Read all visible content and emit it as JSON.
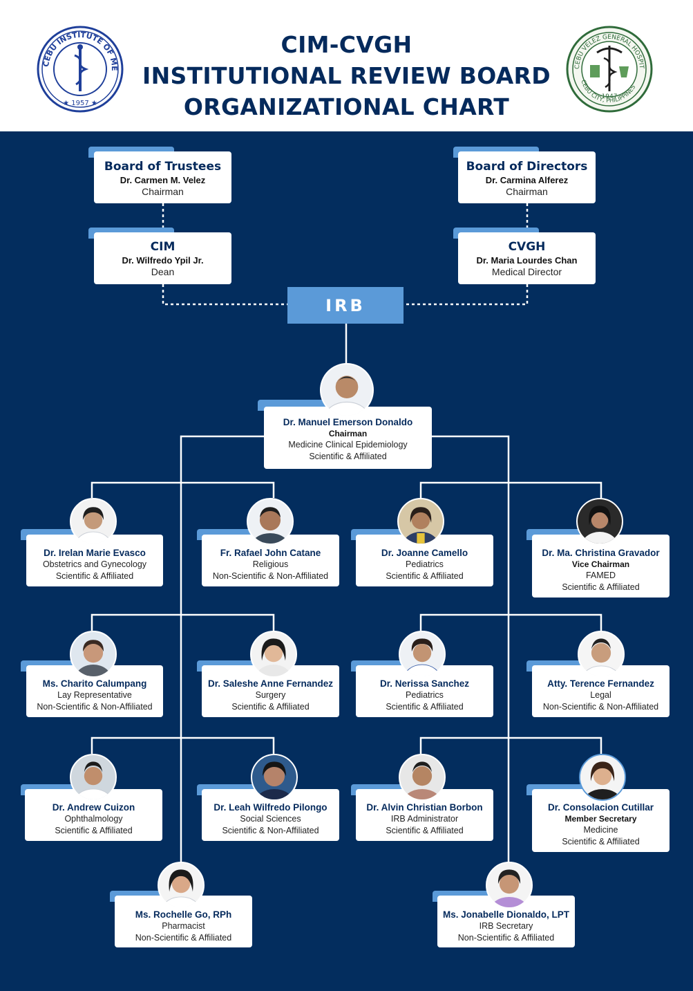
{
  "header": {
    "title_lines": [
      "CIM-CVGH",
      "INSTITUTIONAL REVIEW BOARD",
      "ORGANIZATIONAL CHART"
    ],
    "left_seal": {
      "text": "CEBU INSTITUTE OF MEDICINE",
      "year": "1957"
    },
    "right_seal": {
      "text": "CEBU VELEZ GENERAL HOSPITAL",
      "bottom_text": "CEBU CITY, PHILIPPINES",
      "year": "1947"
    }
  },
  "colors": {
    "navy": "#032d5e",
    "accent_blue": "#5b9ad8",
    "title_navy": "#052a5c"
  },
  "governance": {
    "board_of_trustees": {
      "org": "Board of Trustees",
      "person": "Dr. Carmen M. Velez",
      "role": "Chairman"
    },
    "board_of_directors": {
      "org": "Board of Directors",
      "person": "Dr. Carmina Alferez",
      "role": "Chairman"
    },
    "cim": {
      "org": "CIM",
      "person": "Dr. Wilfredo Ypil Jr.",
      "role": "Dean"
    },
    "cvgh": {
      "org": "CVGH",
      "person": "Dr. Maria Lourdes Chan",
      "role": "Medical Director"
    }
  },
  "irb_label": "IRB",
  "chairman": {
    "name": "Dr. Manuel Emerson Donaldo",
    "position": "Chairman",
    "dept": "Medicine Clinical Epidemiology",
    "classification": "Scientific & Affiliated"
  },
  "members": {
    "evasco": {
      "name": "Dr. Irelan Marie Evasco",
      "dept": "Obstetrics and Gynecology",
      "classification": "Scientific & Affiliated"
    },
    "catane": {
      "name": "Fr. Rafael John Catane",
      "dept": "Religious",
      "classification": "Non-Scientific & Non-Affiliated"
    },
    "camello": {
      "name": "Dr. Joanne Camello",
      "dept": "Pediatrics",
      "classification": "Scientific & Affiliated"
    },
    "gravador": {
      "name": "Dr. Ma. Christina Gravador",
      "position": "Vice Chairman",
      "dept": "FAMED",
      "classification": "Scientific & Affiliated"
    },
    "calumpang": {
      "name": "Ms. Charito Calumpang",
      "dept": "Lay Representative",
      "classification": "Non-Scientific & Non-Affiliated"
    },
    "sfernandez": {
      "name": "Dr. Saleshe Anne Fernandez",
      "dept": "Surgery",
      "classification": "Scientific & Affiliated"
    },
    "sanchez": {
      "name": "Dr. Nerissa Sanchez",
      "dept": "Pediatrics",
      "classification": "Scientific & Affiliated"
    },
    "tfernandez": {
      "name": "Atty. Terence Fernandez",
      "dept": "Legal",
      "classification": "Non-Scientific & Non-Affiliated"
    },
    "cuizon": {
      "name": "Dr. Andrew Cuizon",
      "dept": "Ophthalmology",
      "classification": "Scientific & Affiliated"
    },
    "pilongo": {
      "name": "Dr. Leah Wilfredo Pilongo",
      "dept": "Social Sciences",
      "classification": "Scientific & Non-Affiliated"
    },
    "borbon": {
      "name": "Dr. Alvin Christian Borbon",
      "dept": "IRB Administrator",
      "classification": "Scientific & Affiliated"
    },
    "cutillar": {
      "name": "Dr. Consolacion Cutillar",
      "position": "Member Secretary",
      "dept": "Medicine",
      "classification": "Scientific & Affiliated"
    },
    "go": {
      "name": "Ms. Rochelle Go, RPh",
      "dept": "Pharmacist",
      "classification": "Non-Scientific & Affiliated"
    },
    "dionaldo": {
      "name": "Ms. Jonabelle Dionaldo, LPT",
      "dept": "IRB Secretary",
      "classification": "Non-Scientific & Affiliated"
    }
  }
}
